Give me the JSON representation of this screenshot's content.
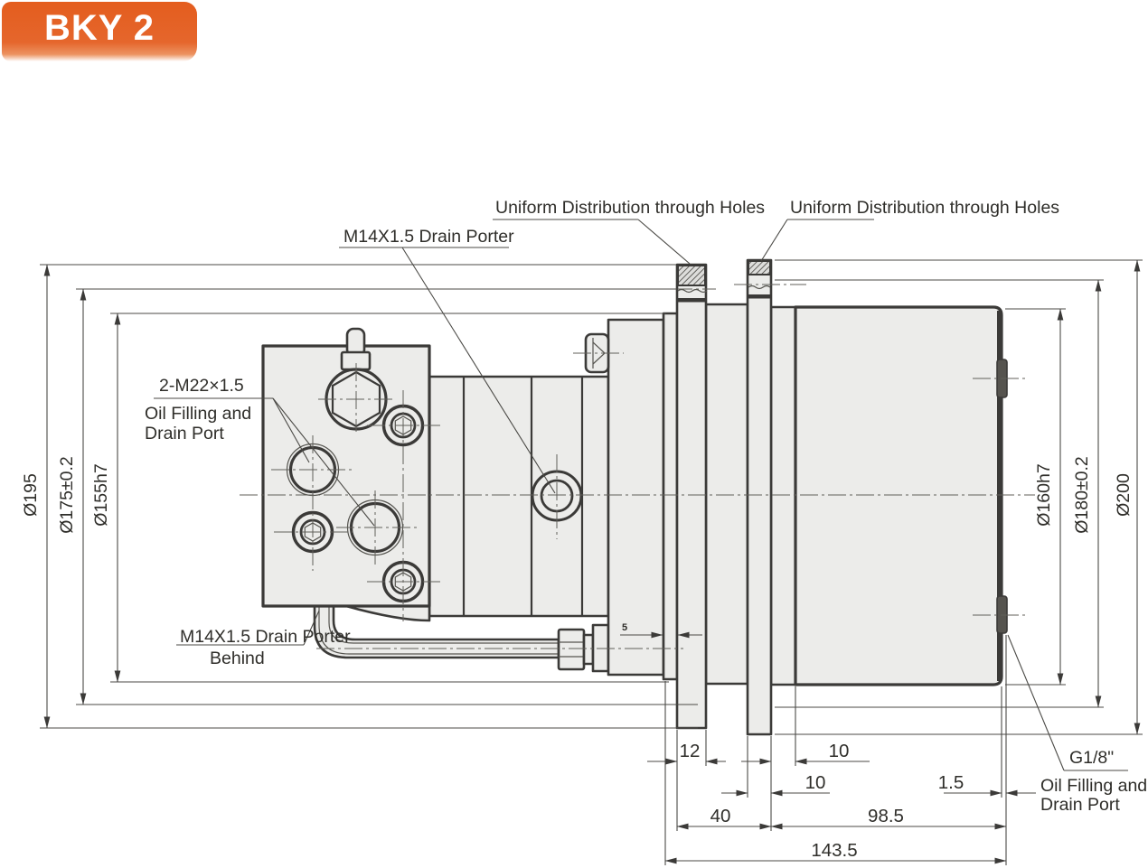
{
  "badge": {
    "label": "BKY 2",
    "color": "#e5662c"
  },
  "drawing": {
    "annotations": {
      "drain_porter_top": "M14X1.5 Drain Porter",
      "uniform_holes_left": "Uniform Distribution through Holes",
      "uniform_holes_right": "Uniform Distribution through Holes",
      "port_thread": "2-M22×1.5",
      "port_fill_line1": "Oil Filling and",
      "port_fill_line2": "Drain Port",
      "drain_behind_line1": "M14X1.5 Drain Porter",
      "drain_behind_line2": "Behind",
      "g18_thread": "G1/8\"",
      "g18_fill_line1": "Oil Filling and",
      "g18_fill_line2": "Drain Port"
    },
    "dims_left": [
      "Ø195",
      "Ø175±0.2",
      "Ø155h7"
    ],
    "dims_right": [
      "Ø160h7",
      "Ø180±0.2",
      "Ø200"
    ],
    "dims_bottom": {
      "flange1_width": "12",
      "flange2_to_body": "10",
      "flange2_width": "10",
      "port_face_offset": "1.5",
      "flange_span": "40",
      "body_length": "98.5",
      "overall_length": "143.5",
      "pilot_depth": "5"
    }
  }
}
